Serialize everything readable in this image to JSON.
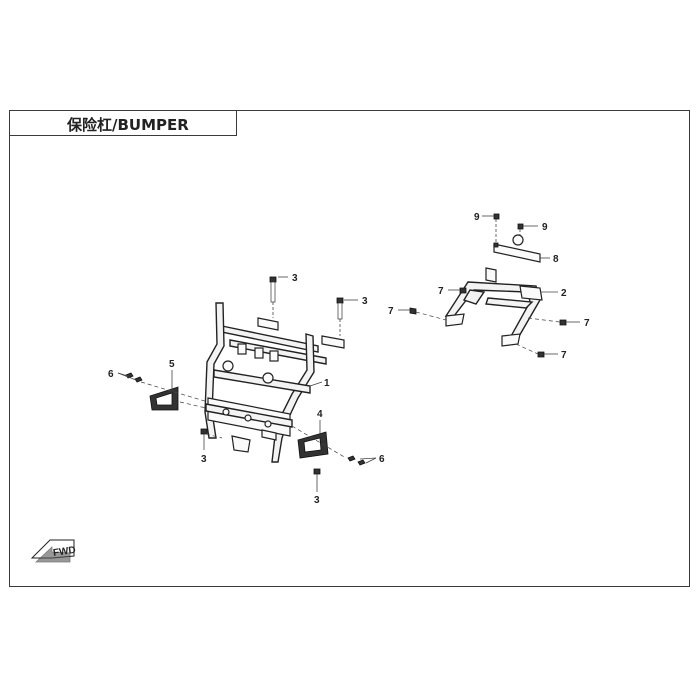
{
  "title": "保险杠/BUMPER",
  "callouts": {
    "c1": "1",
    "c2": "2",
    "c3a": "3",
    "c3b": "3",
    "c3c": "3",
    "c3d": "3",
    "c4": "4",
    "c5": "5",
    "c6a": "6",
    "c6b": "6",
    "c7a": "7",
    "c7b": "7",
    "c7c": "7",
    "c7d": "7",
    "c8": "8",
    "c9a": "9",
    "c9b": "9"
  },
  "fwd_label": "FWD"
}
